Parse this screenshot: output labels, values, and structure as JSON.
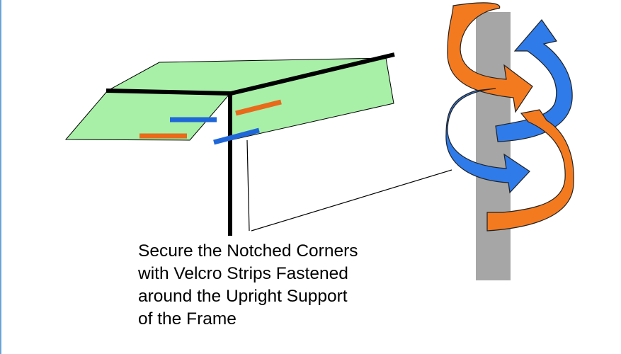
{
  "caption": {
    "lines": [
      "Secure the Notched Corners",
      "with Velcro Strips Fastened",
      "around the Upright Support",
      "of the Frame"
    ]
  },
  "colors": {
    "canopy": "#a8f0a8",
    "frame": "#000000",
    "velcro_orange": "#e86a1a",
    "velcro_blue": "#1f67d8",
    "upright_support": "#a6a6a6",
    "wrap_orange": "#f47a1f",
    "wrap_blue": "#2f7bea",
    "left_rule": "#6aa4d8"
  }
}
